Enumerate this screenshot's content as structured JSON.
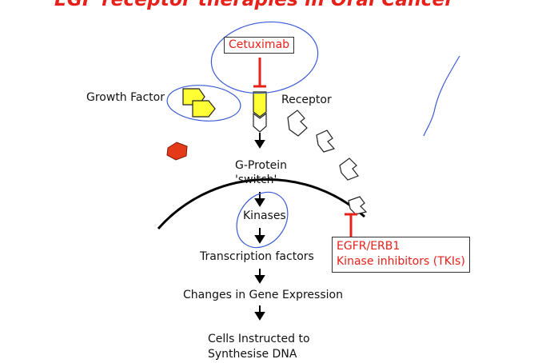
{
  "title": "EGF receptor therapies in Oral Cancer",
  "labels": {
    "growth_factor": "Growth Factor",
    "receptor": "Receptor",
    "g_protein_line1": "G-Protein",
    "g_protein_line2": "'switch'",
    "kinases": "Kinases",
    "transcription_factors": "Transcription factors",
    "gene_expression": "Changes in Gene Expression",
    "cells_line1": "Cells Instructed to",
    "cells_line2": "Synthesise DNA"
  },
  "drugs": {
    "cetuximab": "Cetuximab",
    "tki_line1": "EGFR/ERB1",
    "tki_line2": "Kinase inhibitors (TKIs)"
  },
  "colors": {
    "title": "#e8201a",
    "inhibitor": "#e8201a",
    "ligand_fill": "#ffff33",
    "annotation_ink": "#3b5bd6",
    "membrane": "#000000"
  },
  "icons": [
    "growth-factor-ligand-icon",
    "receptor-icon",
    "inhibition-bar-icon",
    "arrow-down-icon"
  ]
}
